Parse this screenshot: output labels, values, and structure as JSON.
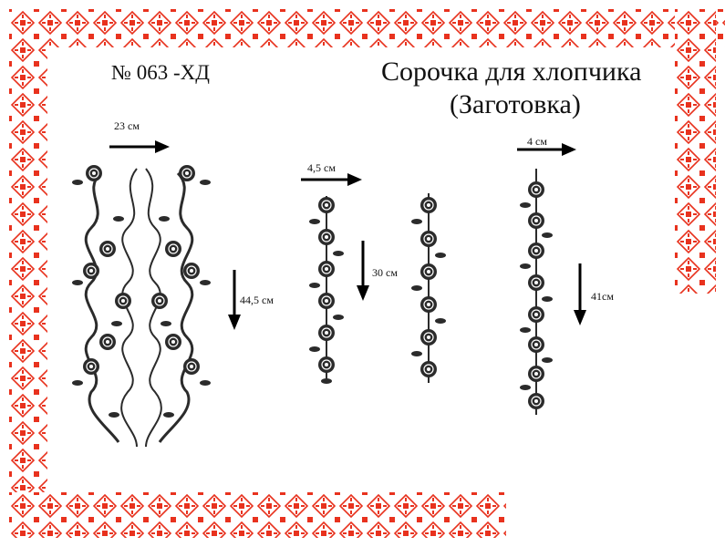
{
  "header": {
    "article_number": "№ 063 -ХД",
    "title": "Сорочка для хлопчика",
    "subtitle": "(Заготовка)"
  },
  "dimensions": {
    "collar_width": "23 см",
    "collar_height": "44,5  см",
    "strip_width": "4,5 см",
    "strip_height": "30 см",
    "sleeve_width": "4 см",
    "sleeve_height": "41см"
  },
  "colors": {
    "ornament_red": "#e8321e",
    "embroidery": "#2b2b2b",
    "arrow": "#000000"
  }
}
